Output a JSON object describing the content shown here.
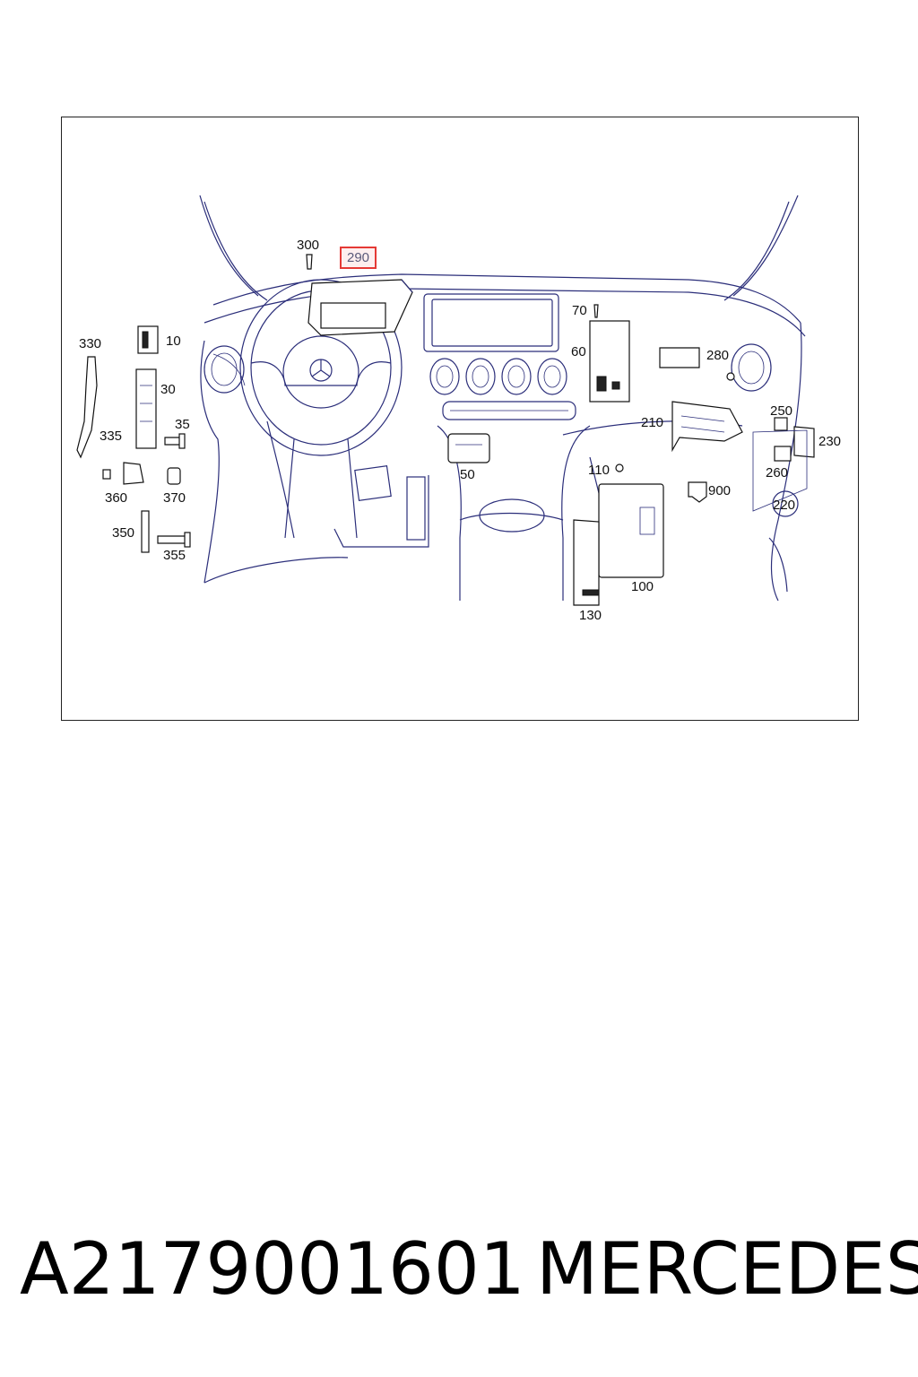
{
  "diagram": {
    "callouts": [
      {
        "id": "290",
        "text": "290",
        "highlighted": true
      },
      {
        "id": "300",
        "text": "300"
      },
      {
        "id": "70",
        "text": "70"
      },
      {
        "id": "60",
        "text": "60"
      },
      {
        "id": "280",
        "text": "280"
      },
      {
        "id": "10",
        "text": "10"
      },
      {
        "id": "330",
        "text": "330"
      },
      {
        "id": "30",
        "text": "30"
      },
      {
        "id": "35",
        "text": "35"
      },
      {
        "id": "335",
        "text": "335"
      },
      {
        "id": "360",
        "text": "360"
      },
      {
        "id": "370",
        "text": "370"
      },
      {
        "id": "350",
        "text": "350"
      },
      {
        "id": "355",
        "text": "355"
      },
      {
        "id": "50",
        "text": "50"
      },
      {
        "id": "110",
        "text": "110"
      },
      {
        "id": "210",
        "text": "210"
      },
      {
        "id": "250",
        "text": "250"
      },
      {
        "id": "230",
        "text": "230"
      },
      {
        "id": "260",
        "text": "260"
      },
      {
        "id": "220",
        "text": "220"
      },
      {
        "id": "900",
        "text": "900"
      },
      {
        "id": "100",
        "text": "100"
      },
      {
        "id": "130",
        "text": "130"
      }
    ],
    "highlight_color": "#e53935",
    "line_color": "#2b2e7a"
  },
  "footer": {
    "part_number": "A2179001601",
    "brand": "MERCEDES"
  }
}
